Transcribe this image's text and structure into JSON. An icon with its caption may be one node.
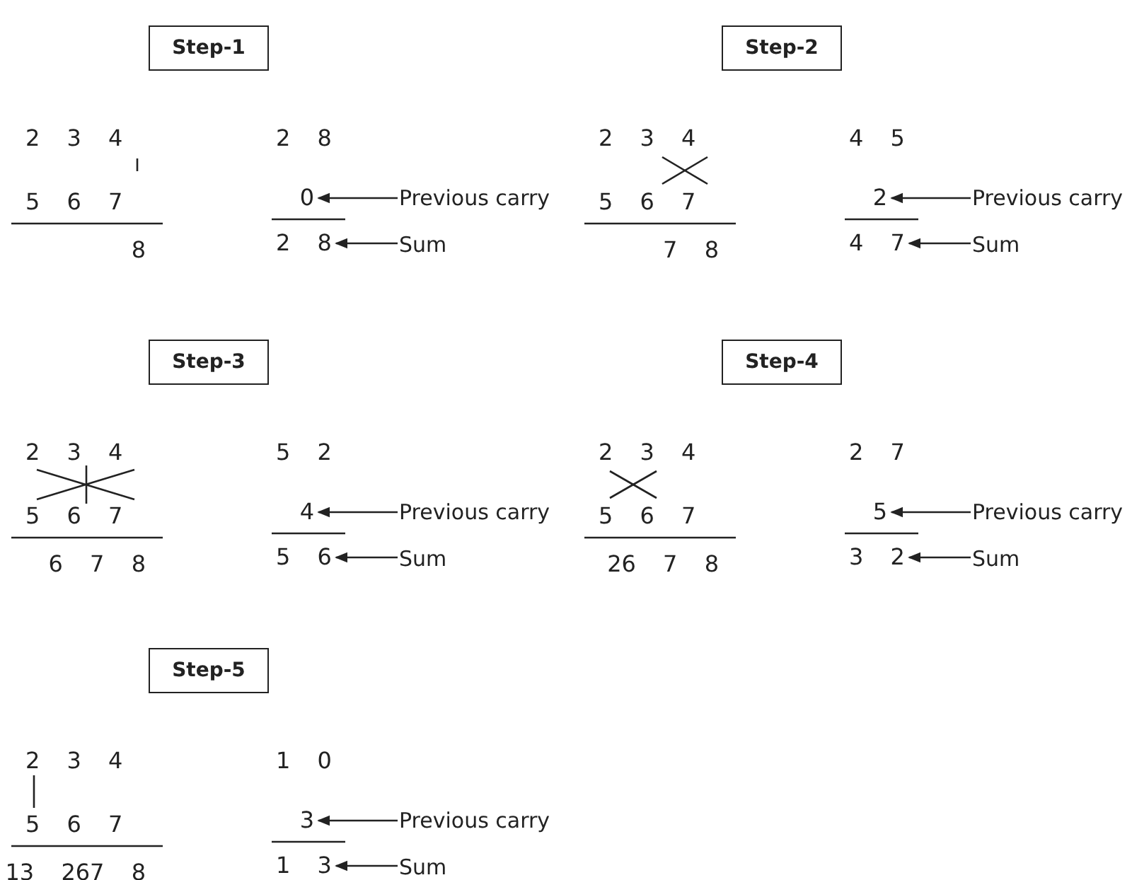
{
  "diagram": {
    "nodes": [
      {
        "text": [
          "Step-1"
        ]
      },
      {
        "text": [
          "0"
        ]
      },
      {
        "text": [
          "Previous carry"
        ]
      },
      {
        "text": [
          "2 8"
        ]
      },
      {
        "text": [
          "Sum"
        ]
      },
      {
        "text": [
          "Step-2"
        ]
      },
      {
        "text": [
          "2"
        ]
      },
      {
        "text": [
          "Previous carry"
        ]
      },
      {
        "text": [
          "4 7"
        ]
      },
      {
        "text": [
          "Sum"
        ]
      },
      {
        "text": [
          "Step-3"
        ]
      },
      {
        "text": [
          "4"
        ]
      },
      {
        "text": [
          "Previous carry"
        ]
      },
      {
        "text": [
          "5 6"
        ]
      },
      {
        "text": [
          "Sum"
        ]
      },
      {
        "text": [
          "Step-4"
        ]
      },
      {
        "text": [
          "5"
        ]
      },
      {
        "text": [
          "Previous carry"
        ]
      },
      {
        "text": [
          "3 2"
        ]
      },
      {
        "text": [
          "Sum"
        ]
      },
      {
        "text": [
          "Step-5"
        ]
      },
      {
        "text": [
          "3"
        ]
      },
      {
        "text": [
          "Previous carry"
        ]
      },
      {
        "text": [
          "1 3"
        ]
      },
      {
        "text": [
          "Sum"
        ]
      }
    ],
    "edges": [
      {
        "from": 2,
        "to": 1,
        "arrow": "to"
      },
      {
        "from": 4,
        "to": 3,
        "arrow": "to"
      },
      {
        "from": 7,
        "to": 6,
        "arrow": "to"
      },
      {
        "from": 9,
        "to": 8,
        "arrow": "to"
      },
      {
        "from": 12,
        "to": 11,
        "arrow": "to"
      },
      {
        "from": 14,
        "to": 13,
        "arrow": "to"
      },
      {
        "from": 17,
        "to": 16,
        "arrow": "to"
      },
      {
        "from": 19,
        "to": 18,
        "arrow": "to"
      },
      {
        "from": 22,
        "to": 21,
        "arrow": "to"
      },
      {
        "from": 24,
        "to": 23,
        "arrow": "to"
      }
    ],
    "labels": [
      "2 3 4",
      "2 8",
      "5 6 7",
      "8",
      "2 3 4",
      "4 5",
      "5 6 7",
      "7 8",
      "2 3 4",
      "5 2",
      "5 6 7",
      "6 7 8",
      "2 3 4",
      "2 7",
      "5 6 7",
      "26 7 8",
      "2 3 4",
      "1 0",
      "5 6 7",
      "13 267 8"
    ]
  }
}
